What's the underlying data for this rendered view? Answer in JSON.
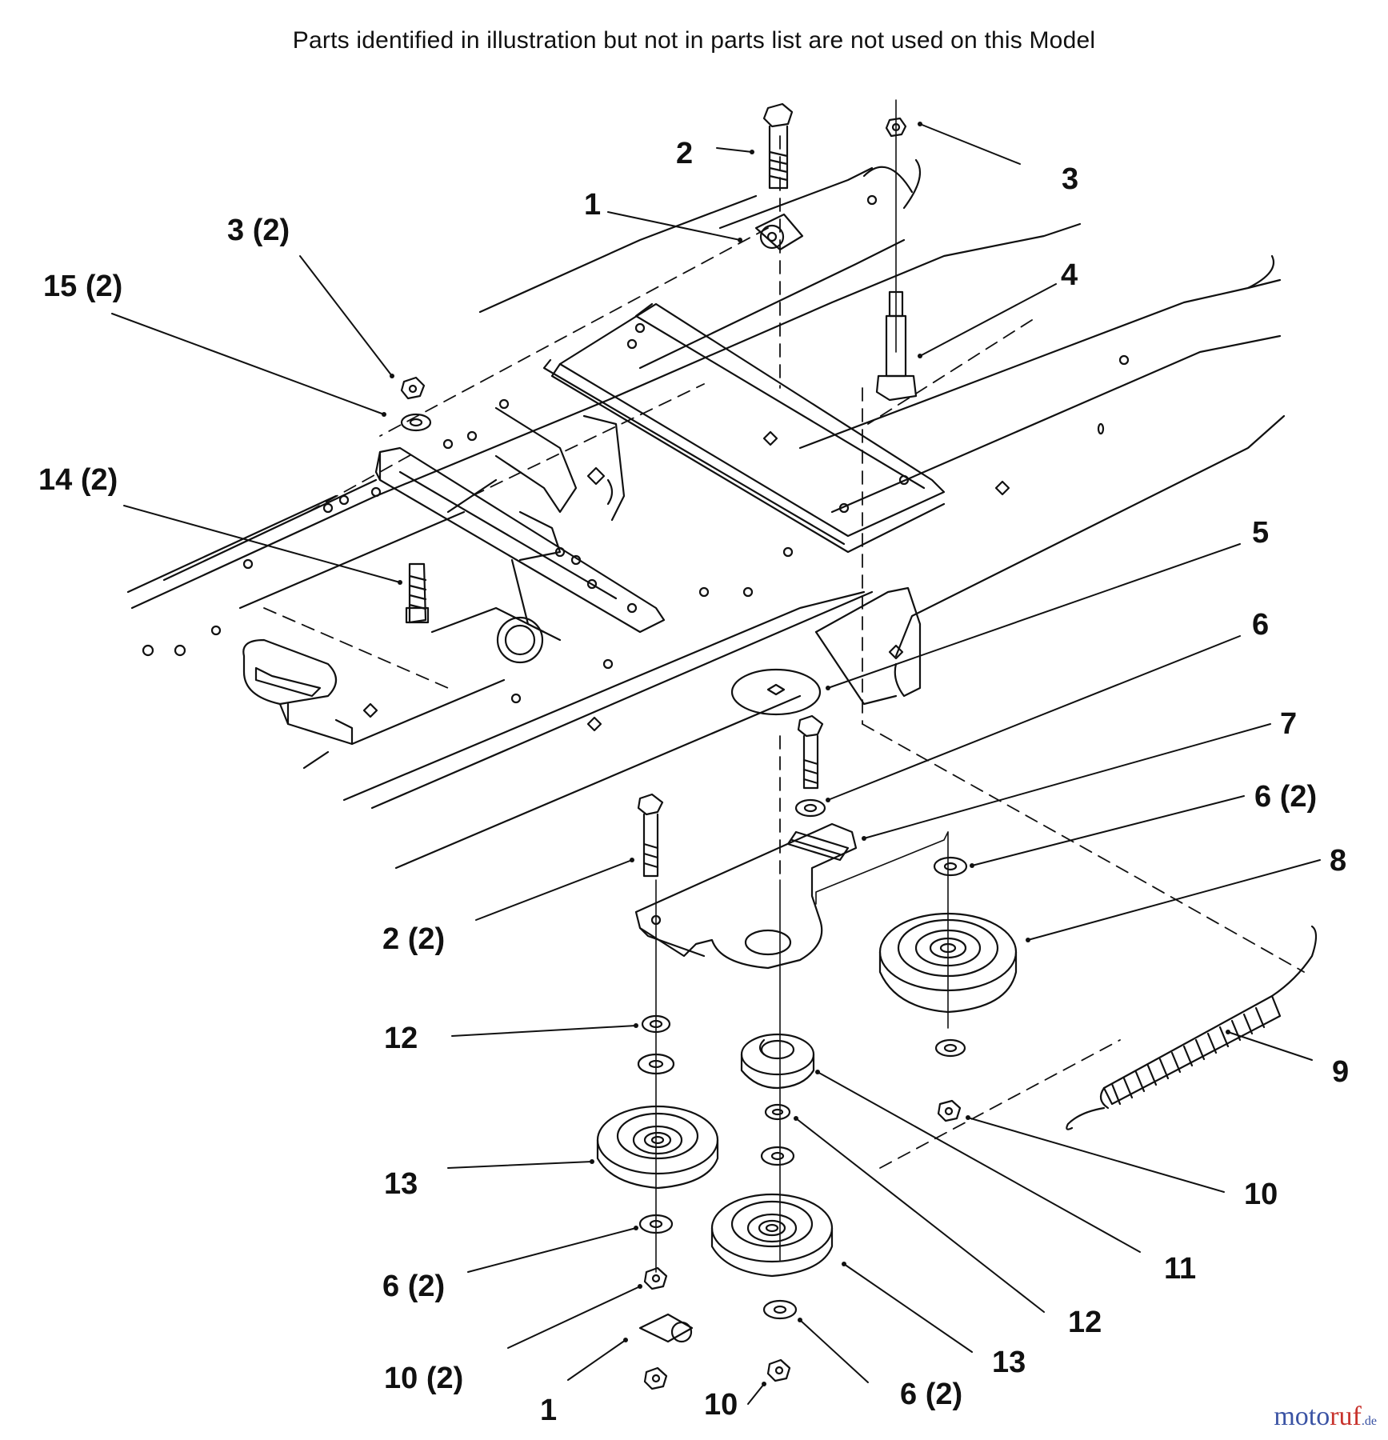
{
  "notice": "Parts identified in illustration but not in parts list are not used on this Model",
  "callouts": [
    {
      "id": "c2-top",
      "text": "2"
    },
    {
      "id": "c3-top",
      "text": "3"
    },
    {
      "id": "c1-top",
      "text": "1"
    },
    {
      "id": "c3-2",
      "text": "3 (2)"
    },
    {
      "id": "c15-2",
      "text": "15 (2)"
    },
    {
      "id": "c4",
      "text": "4"
    },
    {
      "id": "c14-2",
      "text": "14 (2)"
    },
    {
      "id": "c5",
      "text": "5"
    },
    {
      "id": "c6",
      "text": "6"
    },
    {
      "id": "c7",
      "text": "7"
    },
    {
      "id": "c6-2-right",
      "text": "6 (2)"
    },
    {
      "id": "c8",
      "text": "8"
    },
    {
      "id": "c2-2",
      "text": "2 (2)"
    },
    {
      "id": "c12-left",
      "text": "12"
    },
    {
      "id": "c9",
      "text": "9"
    },
    {
      "id": "c13-left",
      "text": "13"
    },
    {
      "id": "c10-right",
      "text": "10"
    },
    {
      "id": "c11",
      "text": "11"
    },
    {
      "id": "c6-2-left",
      "text": "6 (2)"
    },
    {
      "id": "c12-mid",
      "text": "12"
    },
    {
      "id": "c10-2",
      "text": "10 (2)"
    },
    {
      "id": "c13-mid",
      "text": "13"
    },
    {
      "id": "c1-bottom",
      "text": "1"
    },
    {
      "id": "c10-bottom",
      "text": "10"
    },
    {
      "id": "c6-2-bottom",
      "text": "6 (2)"
    }
  ],
  "watermark": {
    "part1": "moto",
    "part2": "ruf",
    "part3": ".de"
  },
  "colors": {
    "ink": "#111111",
    "watermark_blue": "#3a53a4",
    "watermark_red": "#c8322c"
  }
}
